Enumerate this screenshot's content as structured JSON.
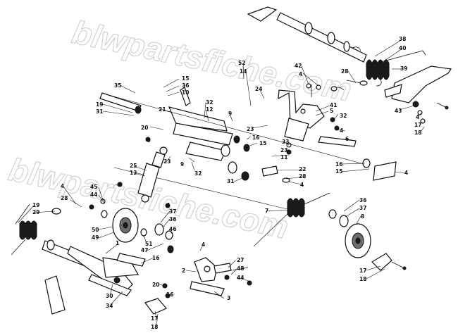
{
  "watermark": "blwpartsfiche.com",
  "callouts": [
    {
      "id": "c38a",
      "text": "38"
    },
    {
      "id": "c40a",
      "text": "40"
    },
    {
      "id": "c39",
      "text": "39"
    },
    {
      "id": "c52",
      "text": "52"
    },
    {
      "id": "c14a",
      "text": "14"
    },
    {
      "id": "c28a",
      "text": "28"
    },
    {
      "id": "c42",
      "text": "42"
    },
    {
      "id": "c4a",
      "text": "4"
    },
    {
      "id": "c24",
      "text": "24"
    },
    {
      "id": "c35",
      "text": "35"
    },
    {
      "id": "c15a",
      "text": "15"
    },
    {
      "id": "c36a",
      "text": "36"
    },
    {
      "id": "c10",
      "text": "10"
    },
    {
      "id": "c21",
      "text": "21"
    },
    {
      "id": "c19a",
      "text": "19"
    },
    {
      "id": "c31a",
      "text": "31"
    },
    {
      "id": "c32a",
      "text": "32"
    },
    {
      "id": "c12",
      "text": "12"
    },
    {
      "id": "c9a",
      "text": "9"
    },
    {
      "id": "c41",
      "text": "41"
    },
    {
      "id": "c5",
      "text": "5"
    },
    {
      "id": "c32b",
      "text": "32"
    },
    {
      "id": "c43",
      "text": "43"
    },
    {
      "id": "c4b",
      "text": "4"
    },
    {
      "id": "c17a",
      "text": "17"
    },
    {
      "id": "c18a",
      "text": "18"
    },
    {
      "id": "c20a",
      "text": "20"
    },
    {
      "id": "c23a",
      "text": "23"
    },
    {
      "id": "c16a",
      "text": "16"
    },
    {
      "id": "c15b",
      "text": "15"
    },
    {
      "id": "c4c",
      "text": "4"
    },
    {
      "id": "c33",
      "text": "33"
    },
    {
      "id": "c23b",
      "text": "23"
    },
    {
      "id": "c11",
      "text": "11"
    },
    {
      "id": "c6",
      "text": "6"
    },
    {
      "id": "c4d",
      "text": "4"
    },
    {
      "id": "c23c",
      "text": "23"
    },
    {
      "id": "c9b",
      "text": "9"
    },
    {
      "id": "c32c",
      "text": "32"
    },
    {
      "id": "c25",
      "text": "25"
    },
    {
      "id": "c13",
      "text": "13"
    },
    {
      "id": "c22",
      "text": "22"
    },
    {
      "id": "c28b",
      "text": "28"
    },
    {
      "id": "c4e",
      "text": "4"
    },
    {
      "id": "c16b",
      "text": "16"
    },
    {
      "id": "c15c",
      "text": "15"
    },
    {
      "id": "c4f",
      "text": "4"
    },
    {
      "id": "c31b",
      "text": "31"
    },
    {
      "id": "c4g",
      "text": "4"
    },
    {
      "id": "c28c",
      "text": "28"
    },
    {
      "id": "c45",
      "text": "45"
    },
    {
      "id": "c44a",
      "text": "44"
    },
    {
      "id": "c19b",
      "text": "19"
    },
    {
      "id": "c29",
      "text": "29"
    },
    {
      "id": "c4h",
      "text": "4"
    },
    {
      "id": "c7",
      "text": "7"
    },
    {
      "id": "c36b",
      "text": "36"
    },
    {
      "id": "c37a",
      "text": "37"
    },
    {
      "id": "c8",
      "text": "8"
    },
    {
      "id": "c37b",
      "text": "37"
    },
    {
      "id": "c36c",
      "text": "36"
    },
    {
      "id": "c46",
      "text": "46"
    },
    {
      "id": "c50",
      "text": "50"
    },
    {
      "id": "c49",
      "text": "49"
    },
    {
      "id": "c51",
      "text": "51"
    },
    {
      "id": "c1",
      "text": "1"
    },
    {
      "id": "c47",
      "text": "47"
    },
    {
      "id": "c4i",
      "text": "4"
    },
    {
      "id": "c16c",
      "text": "16"
    },
    {
      "id": "c27",
      "text": "27"
    },
    {
      "id": "c48",
      "text": "48"
    },
    {
      "id": "c44b",
      "text": "44"
    },
    {
      "id": "c2",
      "text": "2"
    },
    {
      "id": "c20b",
      "text": "20"
    },
    {
      "id": "c30",
      "text": "30"
    },
    {
      "id": "c34",
      "text": "34"
    },
    {
      "id": "c16d",
      "text": "16"
    },
    {
      "id": "c3",
      "text": "3"
    },
    {
      "id": "c17b",
      "text": "17"
    },
    {
      "id": "c18b",
      "text": "18"
    },
    {
      "id": "c17c",
      "text": "17"
    },
    {
      "id": "c18c",
      "text": "18"
    }
  ]
}
